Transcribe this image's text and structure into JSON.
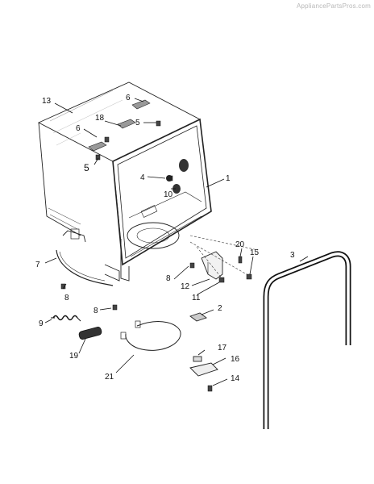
{
  "watermark": "AppliancePartsPros.com",
  "callouts": [
    {
      "id": "c13",
      "text": "13"
    },
    {
      "id": "c6a",
      "text": "6"
    },
    {
      "id": "c18",
      "text": "18"
    },
    {
      "id": "c5a",
      "text": "5"
    },
    {
      "id": "c6b",
      "text": "6"
    },
    {
      "id": "c5b",
      "text": "5"
    },
    {
      "id": "c4",
      "text": "4"
    },
    {
      "id": "c10",
      "text": "10"
    },
    {
      "id": "c1",
      "text": "1"
    },
    {
      "id": "c3",
      "text": "3"
    },
    {
      "id": "c20",
      "text": "20"
    },
    {
      "id": "c15",
      "text": "15"
    },
    {
      "id": "c7",
      "text": "7"
    },
    {
      "id": "c8a",
      "text": "8"
    },
    {
      "id": "c12",
      "text": "12"
    },
    {
      "id": "c8b",
      "text": "8"
    },
    {
      "id": "c11",
      "text": "11"
    },
    {
      "id": "c2",
      "text": "2"
    },
    {
      "id": "c8c",
      "text": "8"
    },
    {
      "id": "c9",
      "text": "9"
    },
    {
      "id": "c19",
      "text": "19"
    },
    {
      "id": "c17",
      "text": "17"
    },
    {
      "id": "c16",
      "text": "16"
    },
    {
      "id": "c21",
      "text": "21"
    },
    {
      "id": "c14",
      "text": "14"
    }
  ]
}
